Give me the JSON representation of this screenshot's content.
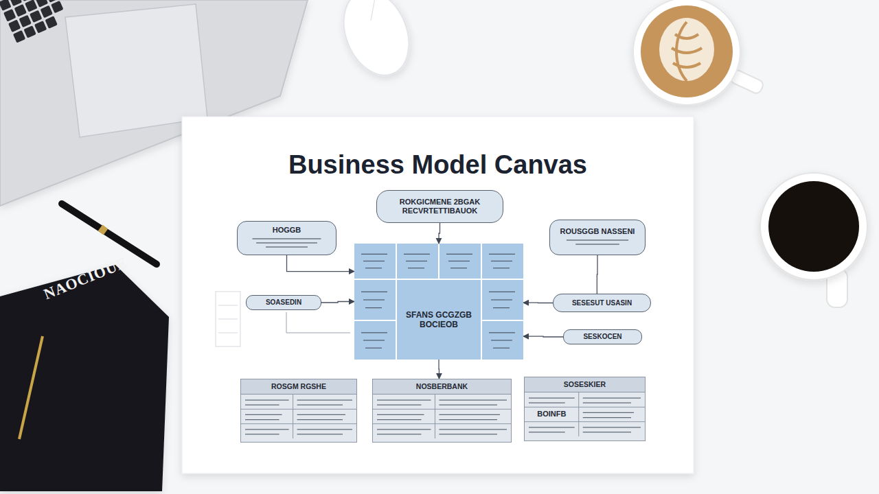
{
  "diagram": {
    "title": "Business Model Canvas",
    "nodes": [
      {
        "text": [
          "ROKGICMENE 2BGAK RECVRTETTIBAUOK"
        ]
      },
      {
        "text": [
          "HOGGB"
        ]
      },
      {
        "text": [
          "ROUSGGB NASSENI"
        ]
      },
      {
        "text": [
          "SOASEDIN"
        ]
      },
      {
        "text": [
          "SFANS GCGZGB BOCIEOB"
        ]
      },
      {
        "text": [
          "SESESUT USASIN"
        ]
      },
      {
        "text": [
          "SESKOCEN"
        ]
      },
      {
        "text": [
          "ROSGM RGSHE"
        ]
      },
      {
        "text": [
          "NOSBERBANK"
        ]
      },
      {
        "text": [
          "SOSESKIER",
          "BOINFB"
        ]
      }
    ],
    "edges": [
      {
        "from": 0,
        "to": 4,
        "arrow": "to"
      },
      {
        "from": 1,
        "to": 4,
        "arrow": "to"
      },
      {
        "from": 3,
        "to": 4,
        "arrow": "to"
      },
      {
        "from": 2,
        "to": 5,
        "arrow": "none"
      },
      {
        "from": 5,
        "to": 4,
        "arrow": "to"
      },
      {
        "from": 6,
        "to": 4,
        "arrow": "to"
      },
      {
        "from": 4,
        "to": 8,
        "arrow": "to"
      }
    ],
    "labels": [
      "NAOCIOUE"
    ]
  }
}
